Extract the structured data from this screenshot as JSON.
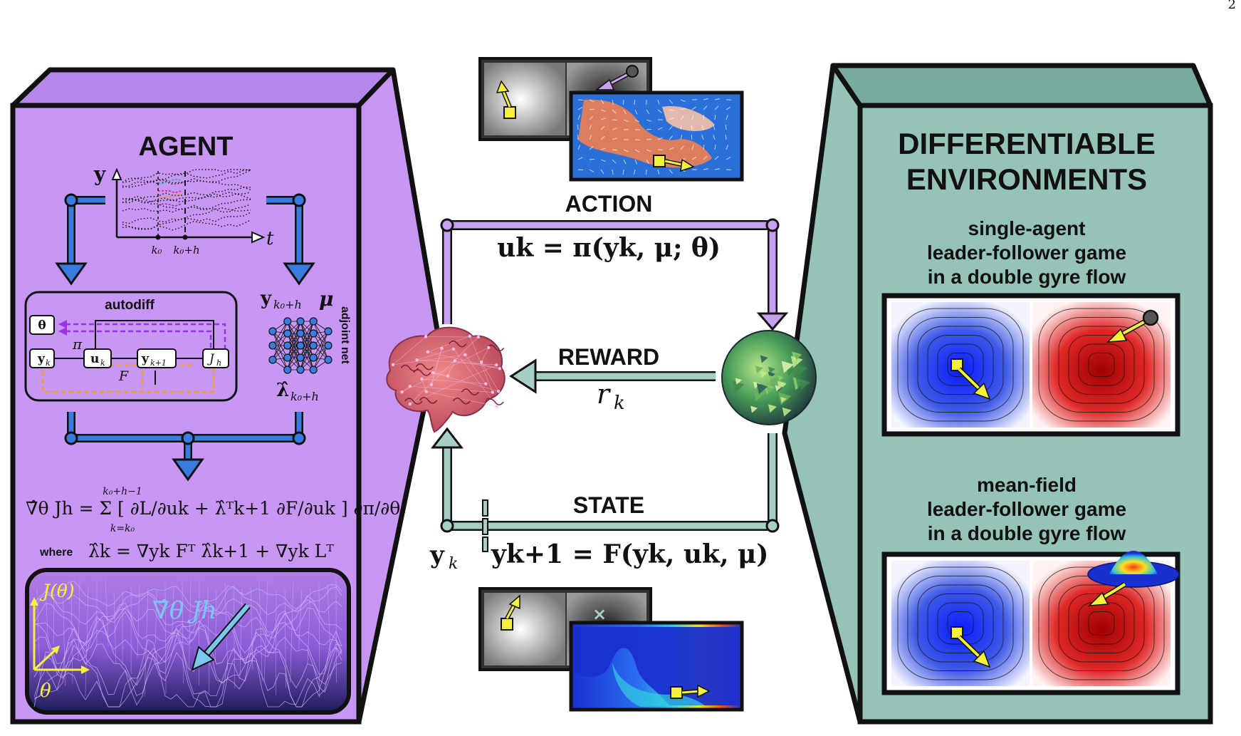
{
  "page_number": "2",
  "agent": {
    "title": "AGENT",
    "plot_y_label": "y",
    "plot_t_label": "t",
    "tick_k0": "k₀",
    "tick_k0h": "k₀+h",
    "autodiff_label": "autodiff",
    "theta_label": "θ",
    "pi_label": "π",
    "F_label": "F",
    "y_k_box": "y",
    "y_k_sub": "k",
    "u_k_box": "u",
    "u_k_sub": "k",
    "y_k1_box": "y",
    "y_k1_sub": "k+1",
    "J_box": "J",
    "J_sub": "h",
    "y_k0h": "y",
    "y_k0h_sub": "k₀+h",
    "mu_label": "μ",
    "adjoint_net": "adjoint net",
    "lambda_hat": "λ̂",
    "lambda_sub": "k₀+h",
    "gradient_eq": "∇̂θ Jh =  Σ  [ ∂L/∂uk + λ̂ᵀk+1 ∂F/∂uk ] ∂π/∂θ",
    "sum_top": "k₀+h−1",
    "sum_bottom": "k=k₀",
    "where_label": "where",
    "lambda_eq": "λ̂k = ∇yk Fᵀ λ̂k+1 + ∇yk Lᵀ",
    "landscape_J": "J(θ)",
    "landscape_theta": "θ",
    "landscape_grad": "∇̂θ Jh"
  },
  "loop": {
    "action_label": "ACTION",
    "action_eq": "uk = π(yk, μ; θ)",
    "reward_label": "REWARD",
    "reward_eq": "r",
    "reward_sub": "k",
    "state_label": "STATE",
    "state_y": "y",
    "state_y_sub": "k",
    "state_eq": "yk+1 = F(yk, uk, μ)"
  },
  "environments": {
    "title_line1": "DIFFERENTIABLE",
    "title_line2": "ENVIRONMENTS",
    "single_line1": "single-agent",
    "single_line2": "leader-follower game",
    "single_line3": "in a double gyre flow",
    "mean_line1": "mean-field",
    "mean_line2": "leader-follower game",
    "mean_line3": "in a double gyre flow"
  },
  "colors": {
    "agent_panel": "#c896f5",
    "agent_panel_dark": "#a878e0",
    "env_panel": "#96c3b8",
    "env_panel_dark": "#7aa99d",
    "action_arrow": "#c8a0f0",
    "reward_arrow": "#a8cfc6",
    "blue_arrow": "#3a7be0",
    "yellow": "#f5f03c"
  }
}
